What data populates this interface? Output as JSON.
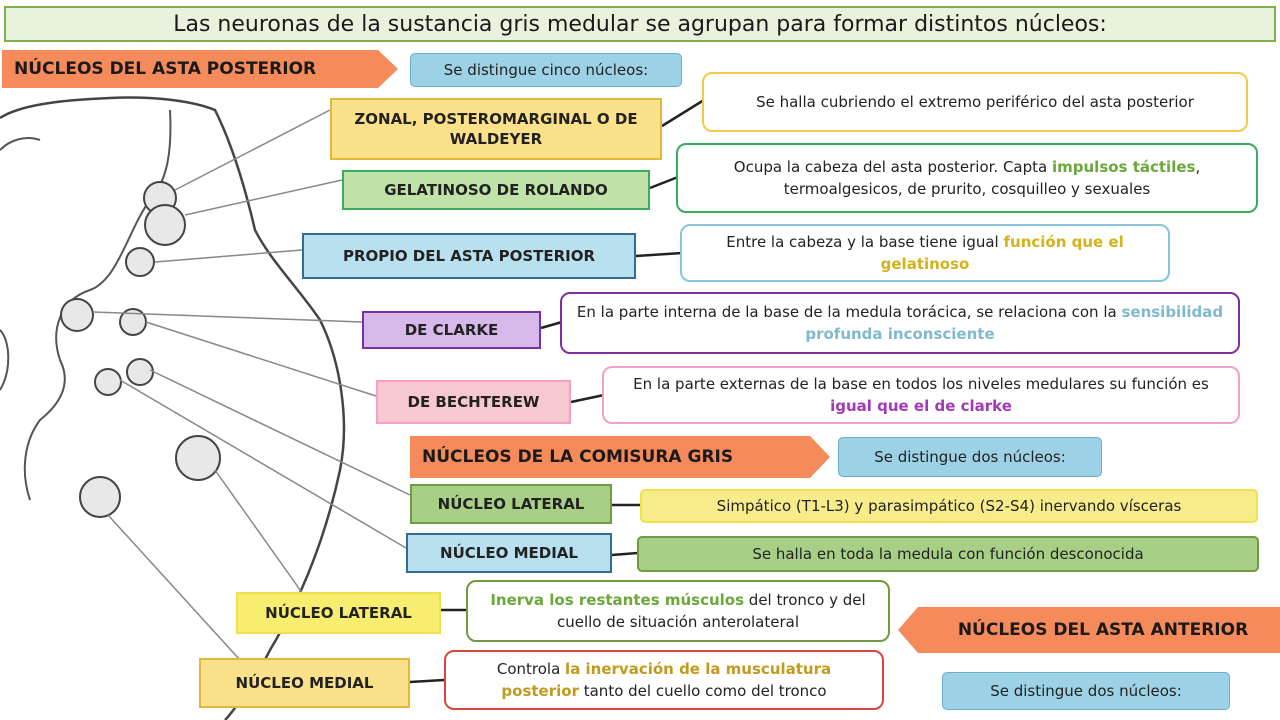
{
  "title": "Las neuronas de la sustancia gris medular se agrupan para formar distintos núcleos:",
  "posterior": {
    "banner": "NÚCLEOS DEL ASTA POSTERIOR",
    "info": "Se distingue cinco núcleos:",
    "nuclei": [
      {
        "name": "ZONAL, POSTEROMARGINAL O DE WALDEYER",
        "desc_a": "Se halla cubriendo el extremo periférico del asta posterior",
        "desc_hl": "",
        "desc_b": ""
      },
      {
        "name": "GELATINOSO DE ROLANDO",
        "desc_a": "Ocupa la cabeza del asta posterior. Capta ",
        "desc_hl": "impulsos táctiles",
        "desc_b": ", termoalgesicos, de prurito, cosquilleo y sexuales"
      },
      {
        "name": "PROPIO DEL ASTA POSTERIOR",
        "desc_a": "Entre la cabeza y la base tiene igual ",
        "desc_hl": "función que el gelatinoso",
        "desc_b": ""
      },
      {
        "name": "DE CLARKE",
        "desc_a": "En la parte interna de la base de la medula torácica, se relaciona con la ",
        "desc_hl": "sensibilidad profunda inconsciente",
        "desc_b": ""
      },
      {
        "name": "DE BECHTEREW",
        "desc_a": "En la parte externas de la base en todos los niveles medulares su función es ",
        "desc_hl": "igual que el de clarke",
        "desc_b": ""
      }
    ]
  },
  "comisura": {
    "banner": "NÚCLEOS DE LA COMISURA GRIS",
    "info": "Se distingue dos núcleos:",
    "nuclei": [
      {
        "name": "NÚCLEO LATERAL",
        "desc": "Simpático (T1-L3) y parasimpático (S2-S4) inervando vísceras"
      },
      {
        "name": "NÚCLEO MEDIAL",
        "desc": "Se halla en toda la medula con función desconocida"
      }
    ]
  },
  "anterior": {
    "banner": "NÚCLEOS DEL ASTA ANTERIOR",
    "info": "Se distingue dos núcleos:",
    "nuclei": [
      {
        "name": "NÚCLEO LATERAL",
        "desc_a": "",
        "desc_hl": "Inerva los restantes músculos",
        "desc_b": " del tronco y del cuello de situación anterolateral"
      },
      {
        "name": "NÚCLEO MEDIAL",
        "desc_a": "Controla ",
        "desc_hl": "la inervación de la musculatura posterior",
        "desc_b": " tanto del cuello como del tronco"
      }
    ]
  },
  "colors": {
    "banner": "#f58a5a",
    "info": "#9dd2e6",
    "waldeyer": "#f2c94c",
    "rolando": "#3aaa5c",
    "propio": "#86c6dd",
    "clarke": "#7b2fa0",
    "bechterew": "#f2a0c8",
    "lateral_green": "#6f9a3f",
    "medial_blue": "#2f6e8f",
    "yellow": "#f0e14a",
    "red": "#d8453a"
  }
}
